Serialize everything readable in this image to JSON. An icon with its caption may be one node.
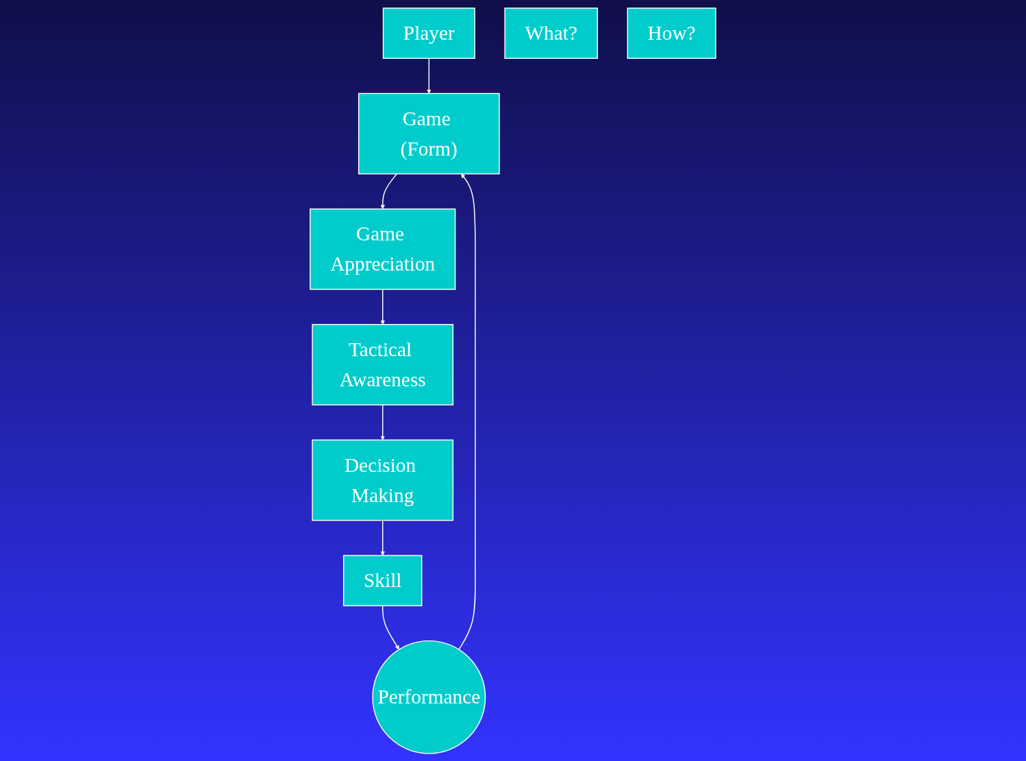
{
  "diagram": {
    "nodes": [
      {
        "text": [
          "Game (Form)"
        ]
      },
      {
        "text": [
          "Game Appreciation"
        ]
      },
      {
        "text": [
          "Player"
        ]
      },
      {
        "text": [
          "Performance"
        ]
      },
      {
        "text": [
          "Tactical Awareness"
        ]
      },
      {
        "text": [
          "Skill"
        ]
      },
      {
        "text": [
          "Decision Making"
        ]
      },
      {
        "text": [
          "What?"
        ]
      },
      {
        "text": [
          "How?"
        ]
      }
    ],
    "edges": [
      {
        "from": 0,
        "to": 1,
        "arrow": "to"
      },
      {
        "from": 1,
        "to": 4,
        "arrow": "to"
      },
      {
        "from": 2,
        "to": 0,
        "arrow": "to"
      },
      {
        "from": 3,
        "to": 0,
        "arrow": "to"
      },
      {
        "from": 4,
        "to": 6,
        "arrow": "to"
      },
      {
        "from": 6,
        "to": 5,
        "arrow": "to"
      },
      {
        "from": 5,
        "to": 3,
        "arrow": "to"
      }
    ]
  }
}
